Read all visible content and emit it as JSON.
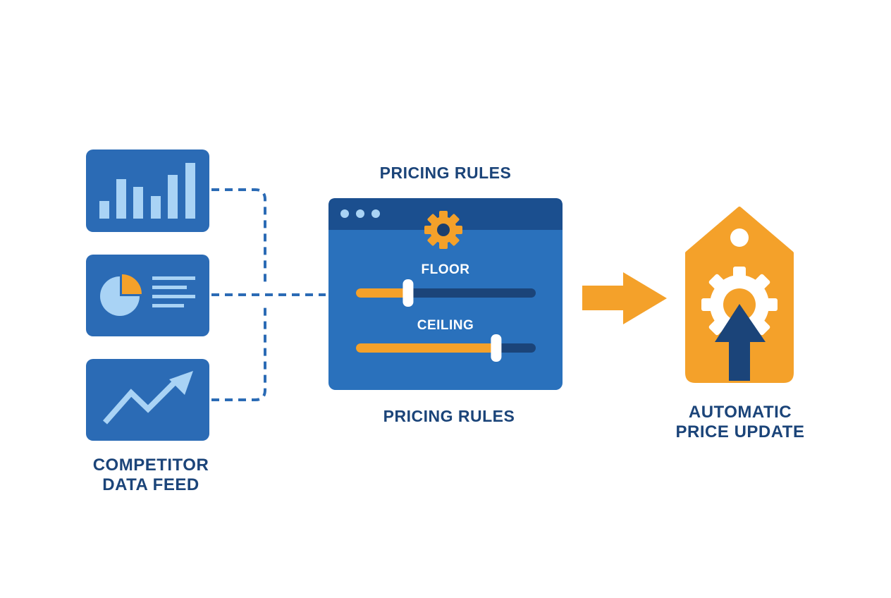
{
  "source": {
    "label_line1": "COMPETITOR",
    "label_line2": "DATA FEED",
    "cards": [
      {
        "icon": "bar-chart-icon"
      },
      {
        "icon": "pie-chart-list-icon"
      },
      {
        "icon": "trend-up-icon"
      }
    ]
  },
  "rules": {
    "title_top": "PRICING RULES",
    "title_bottom": "PRICING RULES",
    "floor_label": "FLOOR",
    "ceiling_label": "CEILING",
    "floor_value": 0.29,
    "ceiling_value": 0.78,
    "icon": "gear-icon"
  },
  "output": {
    "label_line1": "AUTOMATIC",
    "label_line2": "PRICE UPDATE",
    "icon": "price-tag-gear-arrow-icon"
  },
  "colors": {
    "card_blue": "#2b6bb5",
    "panel_blue": "#2a71bc",
    "panel_header": "#1b4f8f",
    "navy": "#1b4479",
    "accent_orange": "#f4a12a",
    "light_blue": "#a9d3f5",
    "connector": "#2b6bb5"
  }
}
